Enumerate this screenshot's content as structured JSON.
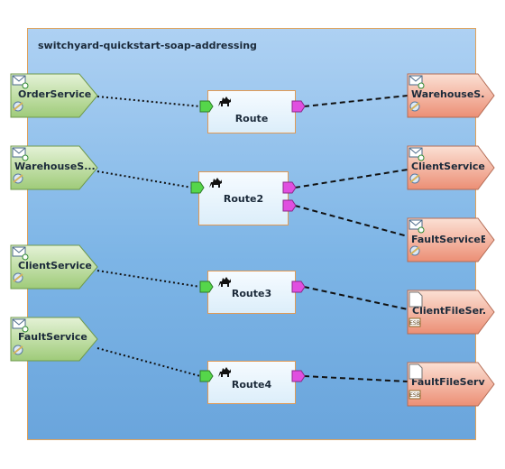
{
  "composite": {
    "title": "switchyard-quickstart-soap-addressing"
  },
  "services": [
    {
      "id": "svc1",
      "label": "OrderService"
    },
    {
      "id": "svc2",
      "label": "WarehouseS..."
    },
    {
      "id": "svc3",
      "label": "ClientService"
    },
    {
      "id": "svc4",
      "label": "FaultService"
    }
  ],
  "components": [
    {
      "id": "c1",
      "label": "Route"
    },
    {
      "id": "c2",
      "label": "Route2"
    },
    {
      "id": "c3",
      "label": "Route3"
    },
    {
      "id": "c4",
      "label": "Route4"
    }
  ],
  "references": [
    {
      "id": "r1",
      "label": "WarehouseS...",
      "binding": "soap"
    },
    {
      "id": "r2",
      "label": "ClientService...",
      "binding": "soap"
    },
    {
      "id": "r3",
      "label": "FaultServiceE...",
      "binding": "soap"
    },
    {
      "id": "r4",
      "label": "ClientFileSer...",
      "binding": "file"
    },
    {
      "id": "r5",
      "label": "FaultFileServi...",
      "binding": "file"
    }
  ],
  "file_badge_text": "ESB",
  "colors": {
    "service_fill_top": "#e4f2d6",
    "service_fill_bottom": "#9fcb79",
    "reference_fill_top": "#fbe0d4",
    "reference_fill_bottom": "#ec8f75",
    "promote_port": "#55d64a",
    "reference_port": "#e04fe0"
  }
}
